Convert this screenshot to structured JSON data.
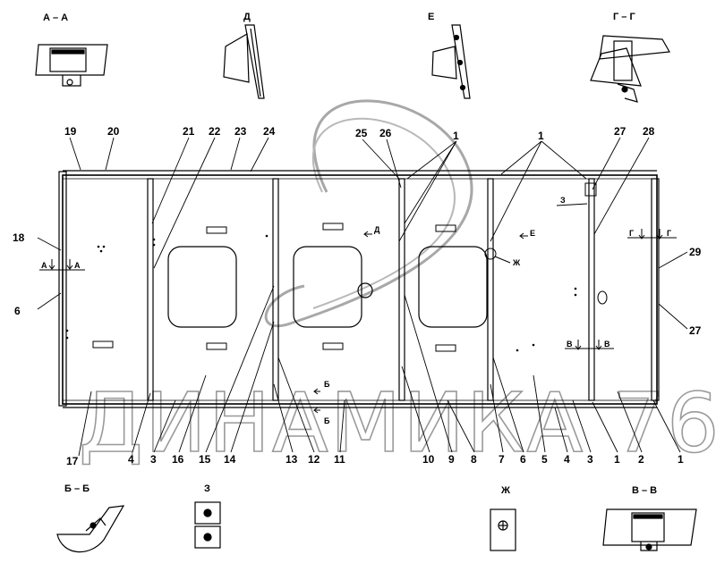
{
  "watermark": "ДИНАМИКА 76",
  "section_views": {
    "aa": "А – А",
    "d": "Д",
    "e": "Е",
    "gg": "Г – Г",
    "bb": "Б – Б",
    "z": "З",
    "zh": "Ж",
    "vv": "В – В"
  },
  "view_marks": {
    "a_left": "А",
    "a_right": "А",
    "d": "Д",
    "e": "Е",
    "zh": "Ж",
    "z": "З",
    "g_left": "Г",
    "g_right": "Г",
    "v_left": "В",
    "v_right": "В",
    "b_top": "Б",
    "b_bottom": "Б"
  },
  "part_labels_top": [
    "19",
    "20",
    "21",
    "22",
    "23",
    "24",
    "25",
    "26",
    "1",
    "1",
    "27",
    "28"
  ],
  "part_labels_side": [
    "18",
    "6",
    "29",
    "27"
  ],
  "part_labels_bottom": [
    "17",
    "4",
    "3",
    "16",
    "15",
    "14",
    "13",
    "12",
    "11",
    "10",
    "9",
    "8",
    "7",
    "6",
    "5",
    "4",
    "3",
    "1",
    "2",
    "1"
  ]
}
